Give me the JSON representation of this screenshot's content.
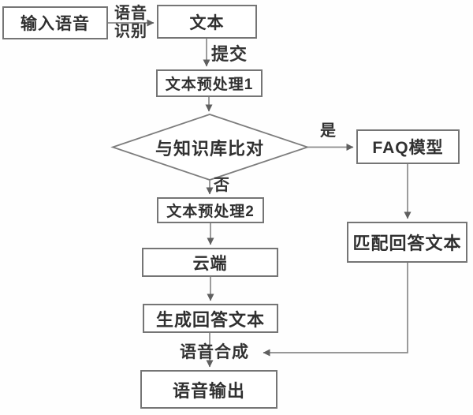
{
  "diagram": {
    "type": "flowchart",
    "language": "zh-CN",
    "colors": {
      "background": "#ffffff",
      "box_border": "#757575",
      "line": "#8a8a8a",
      "arrowhead": "#5f5f5f",
      "text": "#303030"
    },
    "nodes": {
      "input_speech": {
        "label": "输入语音",
        "shape": "rect"
      },
      "text": {
        "label": "文本",
        "shape": "rect"
      },
      "preprocess1": {
        "label": "文本预处理1",
        "shape": "rect"
      },
      "decision": {
        "label": "与知识库比对",
        "shape": "diamond"
      },
      "faq_model": {
        "label": "FAQ模型",
        "shape": "rect"
      },
      "match_answer": {
        "label": "匹配回答文本",
        "shape": "rect"
      },
      "preprocess2": {
        "label": "文本预处理2",
        "shape": "rect"
      },
      "cloud": {
        "label": "云端",
        "shape": "rect"
      },
      "generate_answer": {
        "label": "生成回答文本",
        "shape": "rect"
      },
      "speech_output": {
        "label": "语音输出",
        "shape": "rect"
      }
    },
    "edge_labels": {
      "speech_recognition_line1": "语音",
      "speech_recognition_line2": "识别",
      "submit": "提交",
      "yes": "是",
      "no": "否",
      "speech_synthesis": "语音合成"
    },
    "edges": [
      {
        "from": "输入语音",
        "to": "文本",
        "label": "语音识别"
      },
      {
        "from": "文本",
        "to": "文本预处理1",
        "label": "提交"
      },
      {
        "from": "文本预处理1",
        "to": "与知识库比对",
        "label": ""
      },
      {
        "from": "与知识库比对",
        "to": "FAQ模型",
        "label": "是"
      },
      {
        "from": "与知识库比对",
        "to": "文本预处理2",
        "label": "否"
      },
      {
        "from": "FAQ模型",
        "to": "匹配回答文本",
        "label": ""
      },
      {
        "from": "文本预处理2",
        "to": "云端",
        "label": ""
      },
      {
        "from": "云端",
        "to": "生成回答文本",
        "label": ""
      },
      {
        "from": "生成回答文本",
        "to": "语音输出",
        "label": "语音合成"
      },
      {
        "from": "匹配回答文本",
        "to": "语音合成节点连线",
        "label": ""
      }
    ]
  }
}
